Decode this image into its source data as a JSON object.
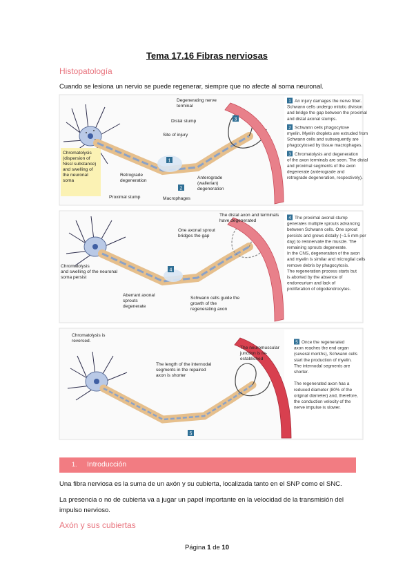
{
  "page": {
    "title": "Tema 17.16 Fibras nerviosas",
    "section1": "Histopatología",
    "intro": "Cuando se lesiona un nervio se puede regenerar, siempre que no afecte al soma neuronal.",
    "bar_number": "1.",
    "bar_title": "Introducción",
    "para1": "Una fibra nerviosa es la suma de un axón y su cubierta, localizada tanto en el SNP como el SNC.",
    "para2": "La presencia o no de cubierta va a jugar un papel importante en la velocidad de la transmisión del impulso nervioso.",
    "section2": "Axón y sus cubiertas",
    "footer": {
      "pre": "Página",
      "current": "1",
      "mid": "de",
      "total": "10"
    }
  },
  "figure": {
    "panel1": {
      "labels": {
        "chromatolysis": [
          "Chromatolysis",
          "(dispersion of",
          "Nissl substance)",
          "and swelling of",
          "the neuronal",
          "soma"
        ],
        "degenerating": [
          "Degenerating nerve",
          "terminal"
        ],
        "distal_stump": "Distal stump",
        "site_of_injury": "Site of injury",
        "retrograde": [
          "Retrograde",
          "degeneration"
        ],
        "anterograde": [
          "Anterograde",
          "(wallerian)",
          "degeneration"
        ],
        "proximal_stump": "Proximal stump",
        "macrophages": "Macrophages"
      },
      "badges": [
        "1",
        "2",
        "3"
      ],
      "side": [
        {
          "num": "1",
          "lines": [
            "An injury damages the nerve fiber.",
            "Schwann cells undergo mitotic division",
            "and bridge the gap between the proximal",
            "and distal axonal stumps."
          ]
        },
        {
          "num": "2",
          "lines": [
            "Schwann cells phagocytose",
            "myelin. Myelin droplets are extruded from",
            "Schwann cells and subsequently are",
            "phagocytosed by tissue macrophages."
          ]
        },
        {
          "num": "3",
          "lines": [
            "Chromatolysis and degeneration",
            "of the axon terminals are seen. The distal",
            "and proximal segments of the axon",
            "degenerate (anterograde and",
            "retrograde degeneration, respectively)."
          ]
        }
      ]
    },
    "panel2": {
      "labels": {
        "distal_degenerated": [
          "The distal axon and terminals",
          "have degenerated"
        ],
        "one_sprout": [
          "One axonal sprout",
          "bridges the gap"
        ],
        "chromatolysis_persist": [
          "Chromatolysis",
          "and swelling of the neuronal",
          "soma persist"
        ],
        "aberrant": [
          "Aberrant axonal",
          "sprouts",
          "degenerate"
        ],
        "schwann_guide": [
          "Schwann cells guide the",
          "growth of the",
          "regenerating axon"
        ]
      },
      "badges": [
        "4"
      ],
      "side": [
        {
          "num": "4",
          "lines": [
            "The proximal axonal stump",
            "generates multiple sprouts advancing",
            "between Schwann cells. One sprout",
            "persists and grows distally (~1.5 mm per",
            "day) to reinnervate the muscle. The",
            "remaining sprouts degenerate.",
            "In the CNS, degeneration of the axon",
            "and myelin is similar and microglial cells",
            "remove debris by phagocytosis.",
            "The regeneration process starts but",
            "is aborted by the absence of",
            "endoneurium and lack of",
            "proliferation of oligodendrocytes."
          ]
        }
      ]
    },
    "panel3": {
      "labels": {
        "reversed": [
          "Chromatolysis is",
          "reversed."
        ],
        "internodal": [
          "The length of the internodal",
          "segments in the repaired",
          "axon is shorter"
        ],
        "junction": [
          "The neuromuscular",
          "junction is re-",
          "established"
        ]
      },
      "badges": [
        "5"
      ],
      "side": [
        {
          "num": "5",
          "lines": [
            "Once the regenerated",
            "axon reaches the end organ",
            "(several months), Schwann cells",
            "start the production of myelin.",
            "The internodal segments are",
            "shorter.",
            "",
            "The regenerated axon has a",
            "reduced diameter (80% of the",
            "original diameter) and, therefore,",
            "the conduction velocity of the",
            "nerve impulse is slower."
          ]
        }
      ]
    },
    "colors": {
      "muscle": "#e8808a",
      "muscle_dark": "#c94a58",
      "schwann": "#e6bf8c",
      "axon": "#8aa2c8",
      "soma": "#b9c9e6",
      "badge": "#2f6f95",
      "note_bg": "#fbf2b4"
    }
  }
}
